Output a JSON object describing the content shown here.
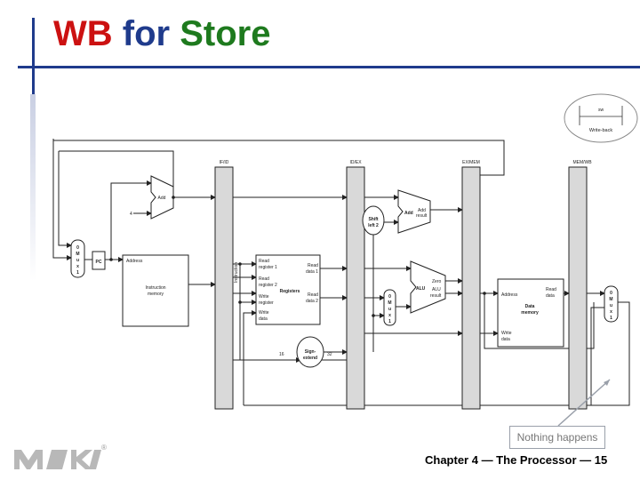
{
  "title": {
    "part1": "WB",
    "part2": "for",
    "part3": "Store"
  },
  "legend": {
    "instr": "sw",
    "stage": "Write-back"
  },
  "pipeline_regs": {
    "ifid": "IF/ID",
    "idex": "ID/EX",
    "exmem": "EX/MEM",
    "memwb": "MEM/WB"
  },
  "labels": {
    "add": "Add",
    "four": "4",
    "mux_pc": [
      "0",
      "M",
      "u",
      "x",
      "1"
    ],
    "pc": "PC",
    "address": "Address",
    "instr_memory_1": "Instruction",
    "instr_memory_2": "memory",
    "instruction_vert": "Instruction",
    "read_reg1_a": "Read",
    "read_reg1_b": "register 1",
    "read_reg2_a": "Read",
    "read_reg2_b": "register 2",
    "write_reg_a": "Write",
    "write_reg_b": "register",
    "write_data_a": "Write",
    "write_data_b": "data",
    "registers": "Registers",
    "read_data1_a": "Read",
    "read_data1_b": "data 1",
    "read_data2_a": "Read",
    "read_data2_b": "data 2",
    "sixteen": "16",
    "thirtytwo": "32",
    "sign_extend_a": "Sign-",
    "sign_extend_b": "extend",
    "shift_left_a": "Shift",
    "shift_left_b": "left 2",
    "add_sum": "Add",
    "add_result_a": "Add",
    "add_result_b": "result",
    "mux_alu": [
      "0",
      "M",
      "u",
      "x",
      "1"
    ],
    "alu": "ALU",
    "zero": "Zero",
    "alu_result_a": "ALU",
    "alu_result_b": "result",
    "dm_address": "Address",
    "dm_read_a": "Read",
    "dm_read_b": "data",
    "dm_title_a": "Data",
    "dm_title_b": "memory",
    "dm_write_a": "Write",
    "dm_write_b": "data",
    "mux_wb": [
      "0",
      "M",
      "u",
      "x",
      "1"
    ]
  },
  "callout": "Nothing happens",
  "footer": "Chapter 4 — The Processor — 15",
  "logo": {
    "reg": "®"
  },
  "colors": {
    "title_red": "#cc1111",
    "title_blue": "#1f3b8c",
    "title_green": "#1e7a1e",
    "pipeline_reg_fill": "#d9d9d9"
  }
}
